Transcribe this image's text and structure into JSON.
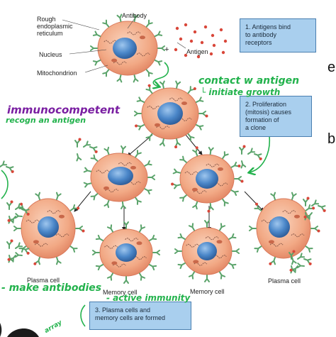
{
  "labels": {
    "rough_er": "Rough",
    "rough_er_2": "endoplasmic",
    "rough_er_3": "reticulum",
    "nucleus": "Nucleus",
    "mitochondrion": "Mitochondrion",
    "antibody": "Antibody",
    "antigen": "Antigen",
    "plus": "+",
    "plasma_cell_left": "Plasma cell",
    "plasma_cell_right": "Plasma cell",
    "memory_cell_left": "Memory cell",
    "memory_cell_right": "Memory cell"
  },
  "steps": [
    {
      "l1": "1. Antigens bind",
      "l2": "to antibody",
      "l3": "receptors",
      "l4": ""
    },
    {
      "l1": "2. Proliferation",
      "l2": "(mitosis) causes",
      "l3": "formation of",
      "l4": "a clone"
    },
    {
      "l1": "3. Plasma cells and",
      "l2": "memory cells are formed",
      "l3": "",
      "l4": ""
    }
  ],
  "handwriting": {
    "contact": "contact w antigen",
    "initiate": "└ initiate growth",
    "immunocompetent": "immunocompetent",
    "recogn": "recogn an antigen",
    "make_antibodies": "- make antibodies",
    "active_immunity": "- active immunity",
    "bottom_scrawl": "array"
  },
  "edge_letters": {
    "e": "e",
    "b": "b"
  },
  "colors": {
    "cell_fill": "#f2a985",
    "cell_edge": "#d9785a",
    "nucleus": "#4a86c8",
    "receptor": "#5aa36a",
    "antigen": "#d9473a",
    "step_box": "#a9cfee",
    "handwriting_green": "#22b24c",
    "handwriting_purple": "#7a1fa2"
  }
}
